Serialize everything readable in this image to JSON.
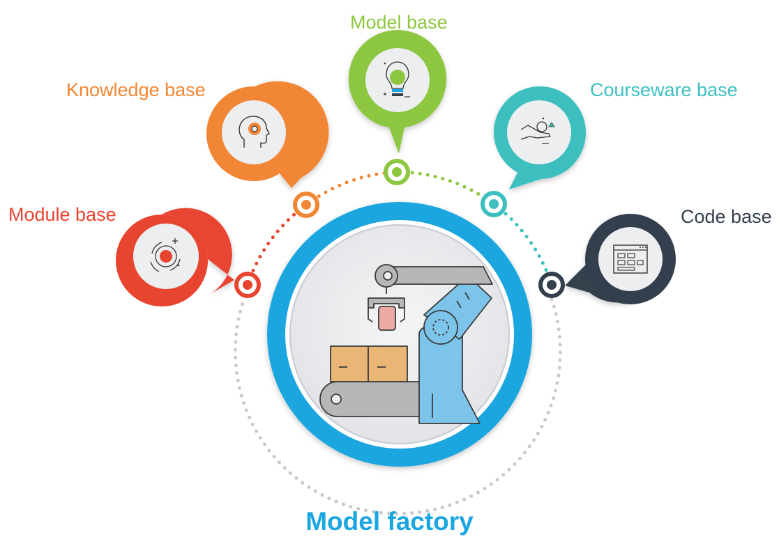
{
  "title": "Model factory",
  "colors": {
    "module": "#e84530",
    "knowledge": "#f18634",
    "model": "#8dc63f",
    "courseware": "#3dbfbf",
    "code": "#343f4d",
    "hub": "#1aa6e0",
    "dots": "#c9c9cc"
  },
  "nodes": [
    {
      "id": "module",
      "label": "Module base",
      "icon": "target-icon"
    },
    {
      "id": "knowledge",
      "label": "Knowledge base",
      "icon": "head-gear-icon"
    },
    {
      "id": "model",
      "label": "Model base",
      "icon": "lightbulb-icon"
    },
    {
      "id": "courseware",
      "label": "Courseware base",
      "icon": "hand-shapes-icon"
    },
    {
      "id": "code",
      "label": "Code base",
      "icon": "code-window-icon"
    }
  ],
  "hub": {
    "icon": "robot-arm-conveyor-icon"
  }
}
